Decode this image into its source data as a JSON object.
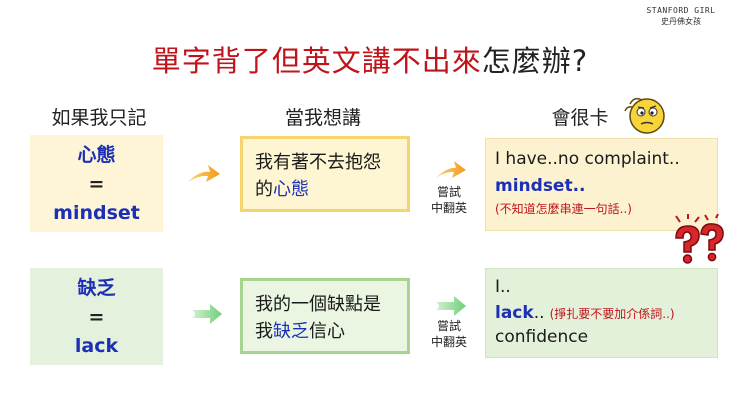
{
  "brand": {
    "en": "STANFORD GIRL",
    "zh": "史丹佛女孩"
  },
  "title": {
    "red": "單字背了但英文講不出來",
    "dark": "怎麼辦?"
  },
  "columns": {
    "memorize": "如果我只記",
    "think": "當我想講",
    "stuck": "會很卡"
  },
  "rows": [
    {
      "word": "心態",
      "equals": "=",
      "english": "mindset",
      "think_pre": "我有著不去抱怨",
      "think_post_pre": "的",
      "think_highlight": "心態",
      "translate_label_1": "嘗試",
      "translate_label_2": "中翻英",
      "out_line1": "I have..no complaint..",
      "out_line2": "mindset..",
      "out_note": "(不知道怎麼串連一句話..)"
    },
    {
      "word": "缺乏",
      "equals": "=",
      "english": "lack",
      "think_line1": "我的一個缺點是",
      "think_pre": "我",
      "think_highlight": "缺乏",
      "think_post": "信心",
      "translate_label_1": "嘗試",
      "translate_label_2": "中翻英",
      "out_line1": "I..",
      "out_line2": "lack",
      "out_line2_dots": "..",
      "out_note": "(掙扎要不要加介係詞..)",
      "out_line3": "confidence"
    }
  ],
  "colors": {
    "accent_red": "#c0141b",
    "accent_blue": "#1c2fb5",
    "yellow_box": "#fdf5d6",
    "green_box": "#e4f1dc"
  },
  "icons": [
    "confused-face-icon",
    "question-marks-icon",
    "orange-arrow-icon",
    "green-arrow-icon"
  ]
}
